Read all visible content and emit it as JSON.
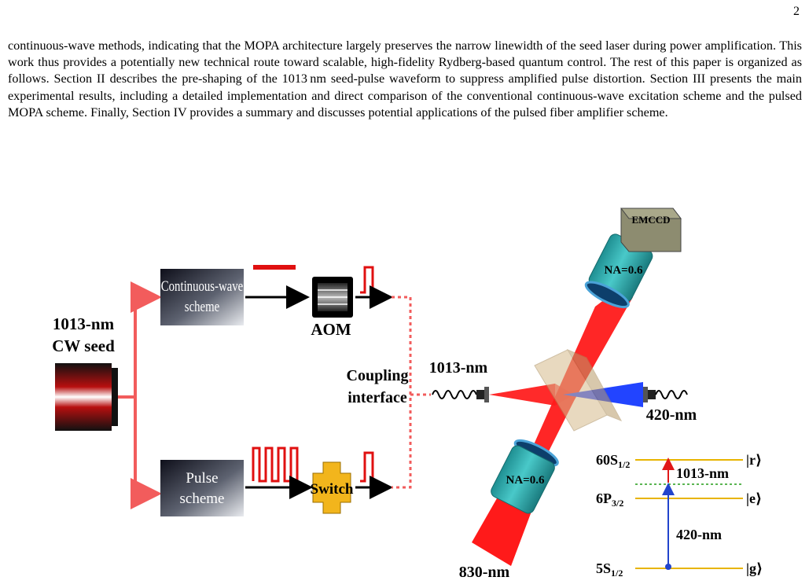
{
  "page_number": "2",
  "paragraph": "continuous-wave methods, indicating that the MOPA architecture largely preserves the narrow linewidth of the seed laser during power amplification. This work thus provides a potentially new technical route toward scalable, high-fidelity Rydberg-based quantum control. The rest of this paper is organized as follows. Section II describes the pre-shaping of the 1013 nm seed-pulse waveform to suppress amplified pulse distortion. Section III presents the main experimental results, including a detailed implementation and direct comparison of the conventional continuous-wave excitation scheme and the pulsed MOPA scheme. Finally, Section IV provides a summary and discusses potential applications of the pulsed fiber amplifier scheme.",
  "figure": {
    "seed_label_line1": "1013-nm",
    "seed_label_line2": "CW seed",
    "cw_scheme_line1": "Continuous-wave",
    "cw_scheme_line2": "scheme",
    "pulse_scheme_line1": "Pulse",
    "pulse_scheme_line2": "scheme",
    "aom_label": "AOM",
    "switch_label": "Switch",
    "coupling_line1": "Coupling",
    "coupling_line2": "interface",
    "beam_1013_label": "1013-nm",
    "beam_420_label": "420-nm",
    "beam_830_label": "830-nm",
    "emccd_label": "EMCCD",
    "na_top_label": "NA=0.6",
    "na_bottom_label": "NA=0.6",
    "levels": {
      "r_level": "60S",
      "r_sub": "1/2",
      "r_ket": "|r⟩",
      "e_level": "6P",
      "e_sub": "3/2",
      "e_ket": "|e⟩",
      "g_level": "5S",
      "g_sub": "1/2",
      "g_ket": "|g⟩",
      "upper_transition": "1013-nm",
      "lower_transition": "420-nm"
    },
    "colors": {
      "arrow_red": "#f25c5c",
      "beam_red": "#ff1a1a",
      "beam_blue": "#2244ff",
      "level_line": "#e8b400",
      "lens_teal": "#2bb3b3",
      "switch_fill": "#f2b51c"
    }
  }
}
